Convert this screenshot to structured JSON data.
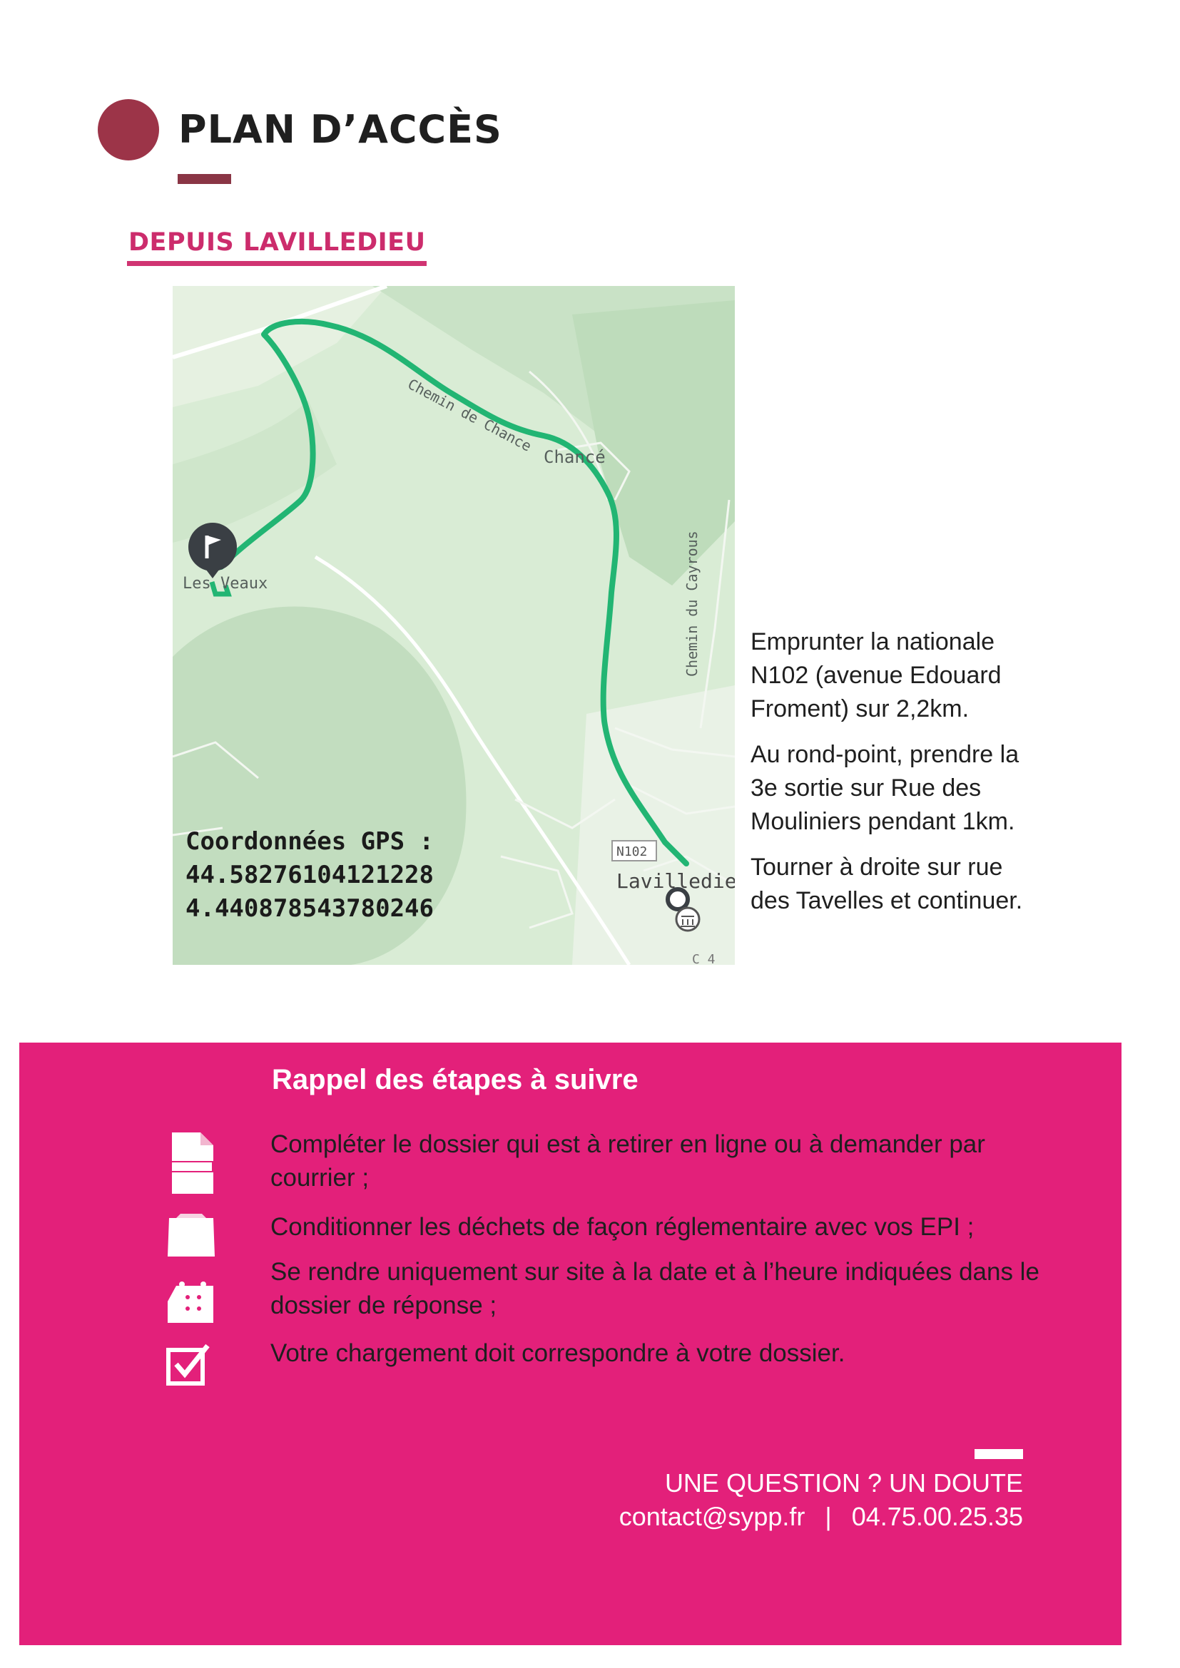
{
  "header": {
    "title": "PLAN D’ACCÈS",
    "section_heading": "DEPUIS LAVILLEDIEU"
  },
  "map": {
    "labels": {
      "chemin_de_chance": "Chemin de Chance",
      "chance": "Chancé",
      "les_veaux": "Les Veaux",
      "chemin_du_cayrous": "Chemin du Cayrous",
      "n102": "N102",
      "lavilledieu": "Lavilledieu",
      "corner": "C 4"
    },
    "gps": {
      "label": "Coordonnées GPS :",
      "latitude": "44.58276104121228",
      "longitude": "4.440878543780246"
    }
  },
  "instructions": [
    "Emprunter la nationale N102 (avenue Edouard Froment) sur 2,2km.",
    "Au rond-point, prendre la 3e sortie sur Rue des Mouliniers pendant 1km.",
    "Tourner à droite sur rue des Tavelles et continuer."
  ],
  "steps": {
    "heading": "Rappel des étapes à suivre",
    "items": [
      {
        "text": "Compléter le dossier qui est à retirer en ligne ou à demander par courrier ;",
        "icon": "document-icon"
      },
      {
        "text": "Conditionner les déchets de façon réglementaire avec vos EPI ;",
        "icon": "bag-icon"
      },
      {
        "text": "Se rendre uniquement sur site à la date et à l’heure indiquées dans le dossier de réponse ;",
        "icon": "calendar-icon"
      },
      {
        "text": "Votre chargement doit correspondre à votre dossier.",
        "icon": "checkbox-icon"
      }
    ]
  },
  "contact": {
    "question": "UNE QUESTION ? UN DOUTE",
    "email": "contact@sypp.fr",
    "separator": "|",
    "phone": "04.75.00.25.35"
  },
  "colors": {
    "accent_dark": "#9c3448",
    "accent_pink": "#e3207a",
    "route": "#22b573",
    "map_base": "#d6ead3"
  }
}
